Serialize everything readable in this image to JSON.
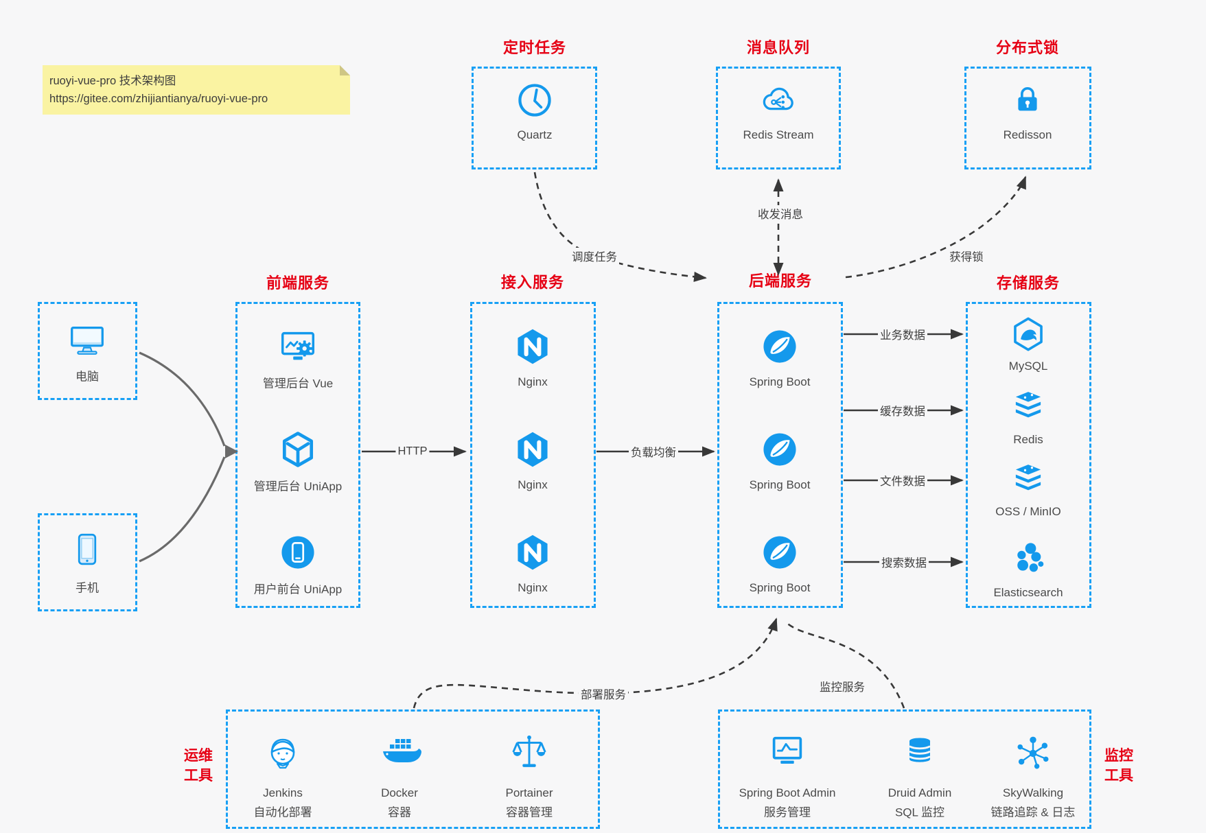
{
  "note": {
    "title": "ruoyi-vue-pro 技术架构图",
    "url": "https://gitee.com/zhijiantianya/ruoyi-vue-pro"
  },
  "top_services": [
    {
      "title": "定时任务",
      "item": "Quartz",
      "icon": "clock-icon"
    },
    {
      "title": "消息队列",
      "item": "Redis Stream",
      "icon": "cloud-mq-icon"
    },
    {
      "title": "分布式锁",
      "item": "Redisson",
      "icon": "lock-icon"
    }
  ],
  "clients": [
    {
      "label": "电脑",
      "icon": "desktop-icon"
    },
    {
      "label": "手机",
      "icon": "phone-icon"
    }
  ],
  "service_columns": [
    {
      "title": "前端服务",
      "items": [
        "管理后台 Vue",
        "管理后台 UniApp",
        "用户前台 UniApp"
      ]
    },
    {
      "title": "接入服务",
      "items": [
        "Nginx",
        "Nginx",
        "Nginx"
      ]
    },
    {
      "title": "后端服务",
      "items": [
        "Spring Boot",
        "Spring Boot",
        "Spring Boot"
      ]
    },
    {
      "title": "存储服务",
      "items": [
        "MySQL",
        "Redis",
        "OSS / MinIO",
        "Elasticsearch"
      ]
    }
  ],
  "tool_groups": [
    {
      "side_line1": "运维",
      "side_line2": "工具",
      "items": [
        {
          "name": "Jenkins",
          "desc": "自动化部署",
          "icon": "jenkins-icon"
        },
        {
          "name": "Docker",
          "desc": "容器",
          "icon": "docker-icon"
        },
        {
          "name": "Portainer",
          "desc": "容器管理",
          "icon": "portainer-scales-icon"
        }
      ]
    },
    {
      "side_line1": "监控",
      "side_line2": "工具",
      "items": [
        {
          "name": "Spring Boot Admin",
          "desc": "服务管理",
          "icon": "monitor-chart-icon"
        },
        {
          "name": "Druid Admin",
          "desc": "SQL 监控",
          "icon": "database-icon"
        },
        {
          "name": "SkyWalking",
          "desc": "链路追踪 & 日志",
          "icon": "trace-graph-icon"
        }
      ]
    }
  ],
  "edge_labels": {
    "http": "HTTP",
    "load_balance": "负载均衡",
    "business_data": "业务数据",
    "cache_data": "缓存数据",
    "file_data": "文件数据",
    "search_data": "搜索数据",
    "send_receive_msg": "收发消息",
    "schedule_task": "调度任务",
    "acquire_lock": "获得锁",
    "deploy_service": "部署服务",
    "monitor_service": "监控服务"
  },
  "colors": {
    "accent_blue": "#1499ec",
    "border_blue": "#18a0f5",
    "title_red": "#e60014",
    "note_yellow": "#faf3a2",
    "text": "#4a4a4a"
  }
}
